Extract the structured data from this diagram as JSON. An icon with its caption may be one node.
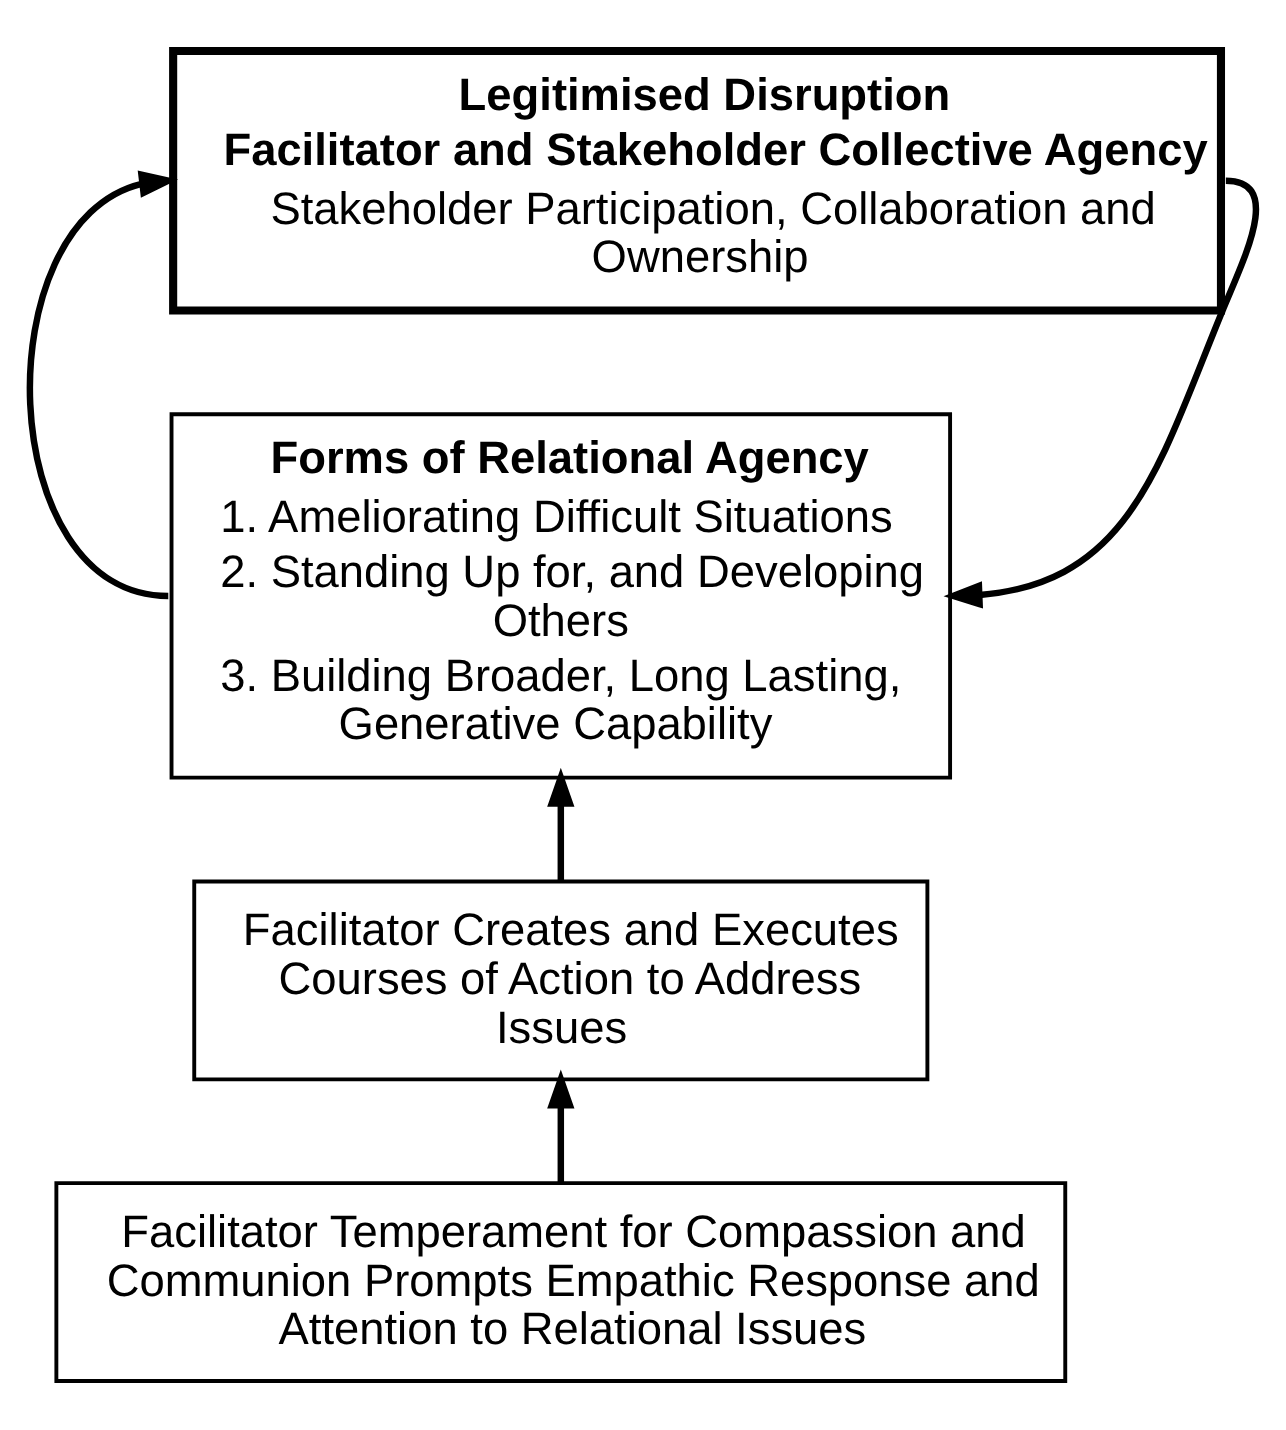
{
  "diagram": {
    "nodes": [
      {
        "text": [
          "Legitimised Disruption",
          "Facilitator and Stakeholder Collective Agency",
          "Stakeholder Participation, Collaboration and Ownership"
        ]
      },
      {
        "text": [
          "Forms of Relational Agency",
          "1. Ameliorating Difficult Situations",
          "2. Standing Up for, and Developing Others",
          "3. Building Broader, Long Lasting, Generative Capability"
        ]
      },
      {
        "text": [
          "Facilitator Creates and Executes Courses of Action to Address Issues"
        ]
      },
      {
        "text": [
          "Facilitator Temperament for Compassion and Communion Prompts Empathic Response and Attention to Relational Issues"
        ]
      }
    ],
    "edges": [
      {
        "from": 3,
        "to": 2,
        "arrow": "to"
      },
      {
        "from": 2,
        "to": 1,
        "arrow": "to"
      },
      {
        "from": 1,
        "to": 0,
        "arrow": "to"
      },
      {
        "from": 0,
        "to": 1,
        "arrow": "to"
      }
    ]
  }
}
